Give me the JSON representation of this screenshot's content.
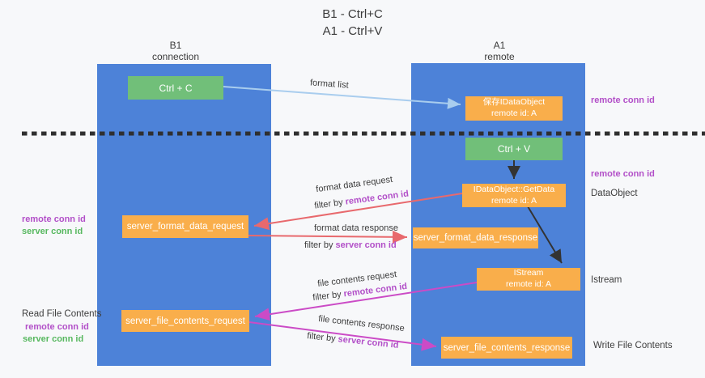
{
  "title": {
    "line1": "B1 - Ctrl+C",
    "line2": "A1 - Ctrl+V"
  },
  "columns": {
    "left": {
      "name": "B1",
      "role": "connection"
    },
    "right": {
      "name": "A1",
      "role": "remote"
    }
  },
  "boxes": {
    "ctrl_c": "Ctrl + C",
    "ctrl_v": "Ctrl + V",
    "clipboard_dataobject": {
      "line1": "保存IDataObject",
      "line2": "remote id: A"
    },
    "getdata": {
      "line1": "IDataObject::GetData",
      "line2": "remote id: A"
    },
    "istream": {
      "line1": "IStream",
      "line2": "remote id: A"
    },
    "server_format_data_request": "server_format_data_request",
    "server_format_data_response": "server_format_data_response",
    "server_file_contents_request": "server_file_contents_request",
    "server_file_contents_response": "server_file_contents_response"
  },
  "arrow_labels": {
    "format_list": "format list",
    "format_data_request": "format data request",
    "format_data_response": "format data response",
    "file_contents_request": "file contents request",
    "file_contents_response": "file contents response",
    "filter_by": "filter by ",
    "remote_conn_id": "remote conn id",
    "server_conn_id": "server conn id"
  },
  "side_labels": {
    "remote_conn_id": "remote conn id",
    "server_conn_id": "server conn id",
    "dataobject": "DataObject",
    "istream": "Istream",
    "read_file_contents": "Read File Contents",
    "write_file_contents": "Write File Contents"
  },
  "colors": {
    "lifeline_blue": "#4d82d8",
    "box_green": "#71bf79",
    "box_orange": "#f9ae4b",
    "arrow_red": "#e8696d",
    "arrow_magenta": "#cb4bc6",
    "arrow_lightblue": "#a9cdee",
    "arrow_black": "#333333",
    "text_purple": "#b24fc8",
    "text_green": "#57b85f",
    "background": "#f7f8fa"
  }
}
